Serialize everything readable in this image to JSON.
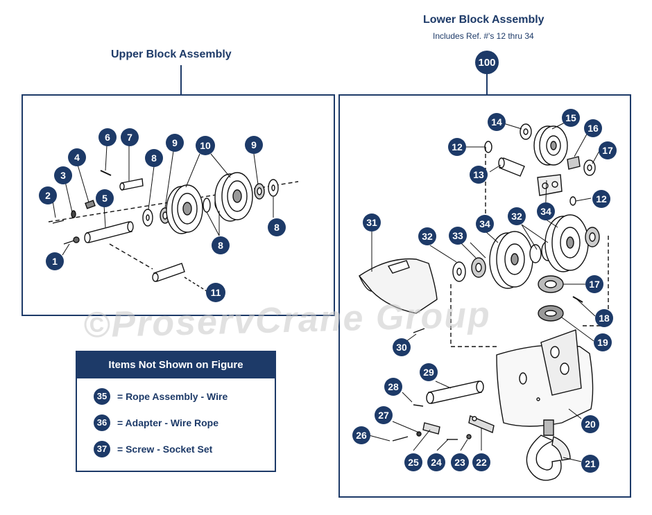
{
  "upper": {
    "title": "Upper Block Assembly"
  },
  "lower": {
    "title": "Lower Block Assembly",
    "subtitle": "Includes Ref. #'s 12 thru 34"
  },
  "legend": {
    "header": "Items Not Shown on Figure",
    "items": [
      {
        "ref": "35",
        "text": "= Rope Assembly - Wire"
      },
      {
        "ref": "36",
        "text": "= Adapter - Wire Rope"
      },
      {
        "ref": "37",
        "text": "= Screw - Socket Set"
      }
    ]
  },
  "callouts": {
    "c100": "100",
    "u1": "1",
    "u2": "2",
    "u3": "3",
    "u4": "4",
    "u5": "5",
    "u6": "6",
    "u7": "7",
    "u8a": "8",
    "u8b": "8",
    "u8c": "8",
    "u9a": "9",
    "u9b": "9",
    "u10": "10",
    "u11": "11",
    "l12a": "12",
    "l12b": "12",
    "l13": "13",
    "l14": "14",
    "l15": "15",
    "l16": "16",
    "l17a": "17",
    "l17b": "17",
    "l18": "18",
    "l19": "19",
    "l20": "20",
    "l21": "21",
    "l22": "22",
    "l23": "23",
    "l24": "24",
    "l25": "25",
    "l26": "26",
    "l27": "27",
    "l28": "28",
    "l29": "29",
    "l30": "30",
    "l31": "31",
    "l32a": "32",
    "l32b": "32",
    "l33": "33",
    "l34a": "34",
    "l34b": "34"
  },
  "watermark": "©ProservCrane Group",
  "colors": {
    "navy": "#1d3a68",
    "line": "#111111"
  }
}
